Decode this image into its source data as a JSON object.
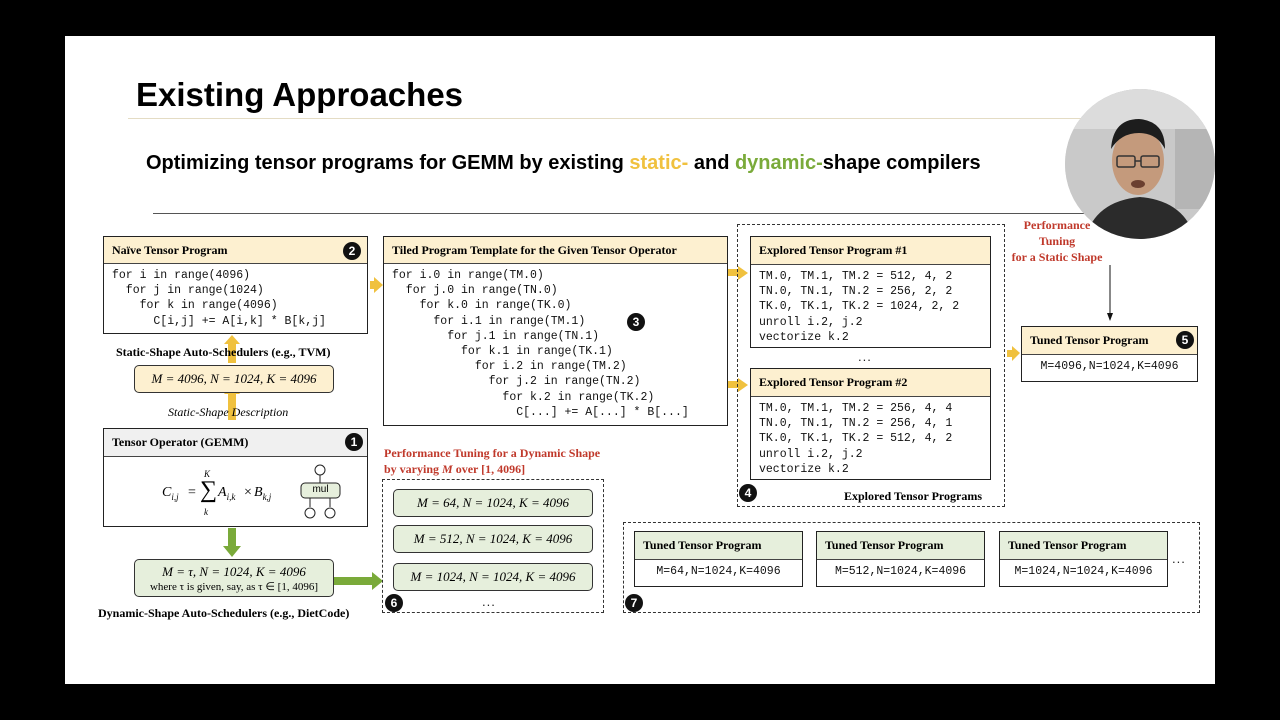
{
  "slide": {
    "title": "Existing Approaches",
    "subtitle_parts": {
      "prefix": "Optimizing tensor programs for GEMM by existing ",
      "static": "static-",
      "middle": " and ",
      "dynamic": "dynamic-",
      "suffix": "shape compilers"
    }
  },
  "naive": {
    "heading": "Naïve Tensor Program",
    "code": "for i in range(4096)\n  for j in range(1024)\n    for k in range(4096)\n      C[i,j] += A[i,k] * B[k,j]",
    "badge": "2"
  },
  "static_scheduler": {
    "label": "Static-Shape Auto-Schedulers  (e.g., TVM)",
    "shape": "M = 4096, N = 1024, K = 4096",
    "desc": "Static-Shape Description"
  },
  "operator": {
    "heading": "Tensor Operator (GEMM)",
    "formula": {
      "lhs": "C",
      "lhs_sub": "i,j",
      "eq": "=",
      "sum_top": "K",
      "sum_bot": "k",
      "sum": "∑",
      "a": "A",
      "a_sub": "i,k",
      "times": "×",
      "b": "B",
      "b_sub": "k,j"
    },
    "node_label": "mul",
    "badge": "1"
  },
  "dynamic_scheduler": {
    "shape": "M = τ, N = 1024, K = 4096",
    "where": "where τ is given, say, as τ ∈ [1, 4096]",
    "label": "Dynamic-Shape Auto-Schedulers  (e.g., DietCode)"
  },
  "tiled": {
    "heading": "Tiled Program Template for the Given Tensor Operator",
    "code": "for i.0 in range(TM.0)\n  for j.0 in range(TN.0)\n    for k.0 in range(TK.0)\n      for i.1 in range(TM.1)\n        for j.1 in range(TN.1)\n          for k.1 in range(TK.1)\n            for i.2 in range(TM.2)\n              for j.2 in range(TN.2)\n                for k.2 in range(TK.2)\n                  C[...] += A[...] * B[...]",
    "badge": "3"
  },
  "explored": {
    "programs": [
      {
        "heading": "Explored Tensor Program #1",
        "code": "TM.0, TM.1, TM.2 = 512, 4, 2\nTN.0, TN.1, TN.2 = 256, 2, 2\nTK.0, TK.1, TK.2 = 1024, 2, 2\nunroll i.2, j.2\nvectorize k.2"
      },
      {
        "heading": "Explored Tensor Program #2",
        "code": "TM.0, TM.1, TM.2 = 256, 4, 4\nTN.0, TN.1, TN.2 = 256, 4, 1\nTK.0, TK.1, TK.2 = 512, 4, 2\nunroll i.2, j.2\nvectorize k.2"
      }
    ],
    "ellipsis": "...",
    "caption": "Explored Tensor Programs",
    "badge": "4"
  },
  "static_tuning": {
    "label_lines": [
      "Performance",
      "Tuning",
      "for a Static Shape"
    ],
    "tuned_heading": "Tuned Tensor Program",
    "tuned_value": "M=4096,N=1024,K=4096",
    "badge": "5"
  },
  "dynamic_tuning": {
    "label_line1": "Performance Tuning for a Dynamic Shape",
    "label_line2_pre": "by varying ",
    "label_line2_var": "M",
    "label_line2_post": " over [1, 4096]",
    "shapes": [
      "M = 64, N = 1024, K = 4096",
      "M = 512, N = 1024, K = 4096",
      "M = 1024, N = 1024, K = 4096"
    ],
    "ellipsis": "...",
    "badge": "6"
  },
  "tuned_programs": {
    "items": [
      {
        "heading": "Tuned Tensor Program",
        "value": "M=64,N=1024,K=4096"
      },
      {
        "heading": "Tuned Tensor Program",
        "value": "M=512,N=1024,K=4096"
      },
      {
        "heading": "Tuned Tensor Program",
        "value": "M=1024,N=1024,K=4096"
      }
    ],
    "ellipsis": "...",
    "badge": "7"
  },
  "colors": {
    "static_accent": "#f0c13e",
    "dynamic_accent": "#7aaa3a",
    "static_fill": "#fdf0d0",
    "dynamic_fill": "#e6efdc",
    "tuning_red": "#c0392b"
  }
}
